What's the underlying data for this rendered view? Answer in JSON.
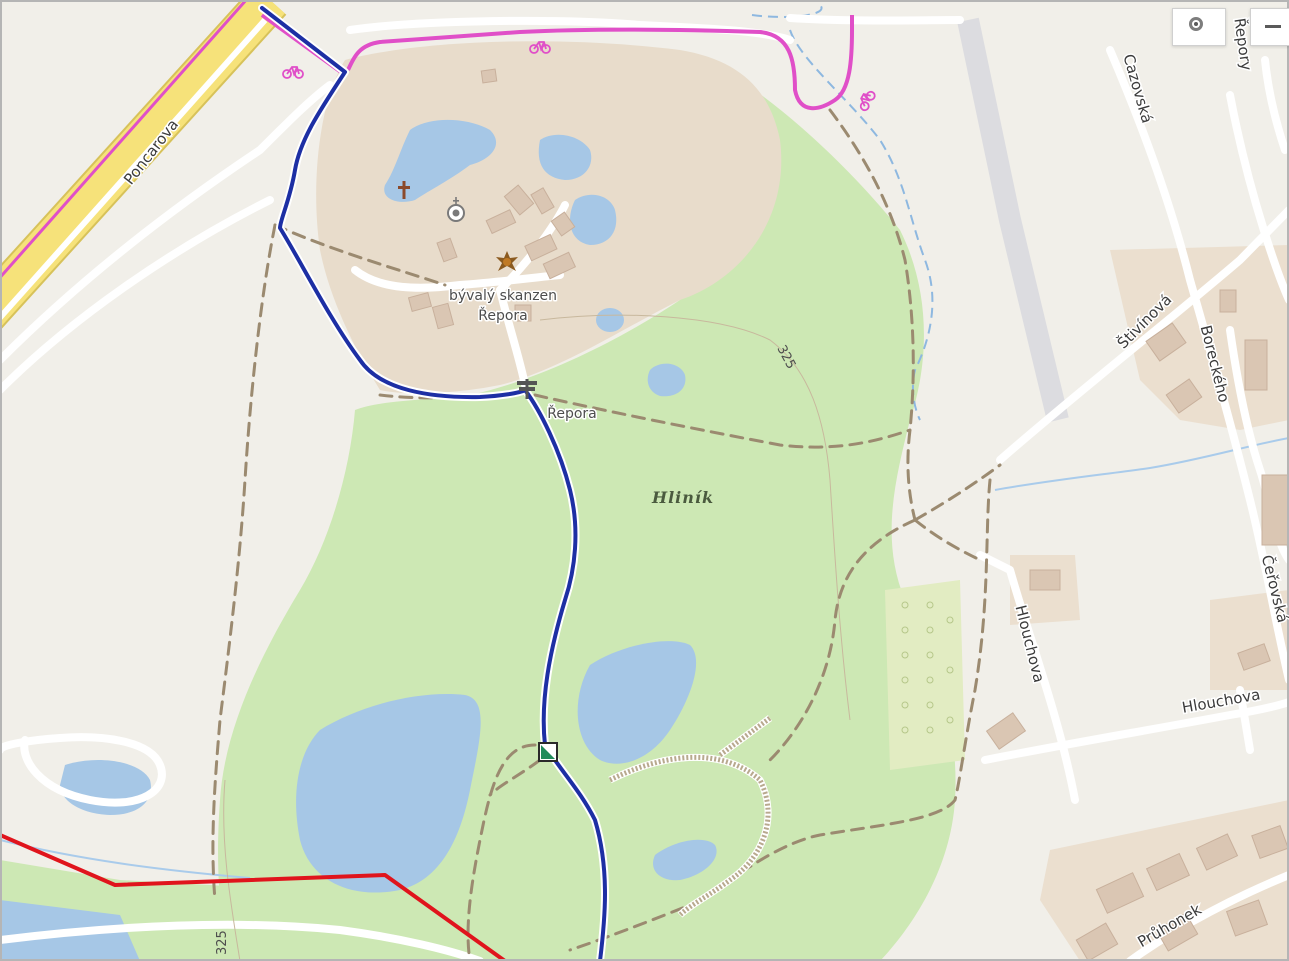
{
  "map": {
    "place_labels": {
      "skanzen_line1": "bývalý skanzen",
      "skanzen_line2": "Řepora",
      "guidepost": "Řepora",
      "area": "Hliník"
    },
    "contour_labels": {
      "top": "325",
      "bottom": "325"
    },
    "streets": {
      "poncarova": "Poncarova",
      "cazovska": "Cazovská",
      "repory": "Řepory",
      "stivinova": "Štivínová",
      "boreckeho": "Boreckého",
      "cerovska": "Čeřovská",
      "hlouchova_v": "Hlouchova",
      "hlouchova_h": "Hlouchova",
      "pruhonek": "Průhonek"
    },
    "colors": {
      "background": "#f1efe9",
      "forest": "#cde8b4",
      "skanzen_area": "#e8dccb",
      "water": "#a6c7e6",
      "motorway": "#f6e27a",
      "blue_trail": "#1d2fa4",
      "red_trail": "#e0141c",
      "cycle_route": "#e04fc8",
      "path": "#9b8a70",
      "buildings": "#dac6b3",
      "residential": "#ebdfcf"
    },
    "icons": [
      "church-icon",
      "viewpoint-icon",
      "attraction-star-icon",
      "guidepost-icon",
      "nature-reserve-icon",
      "bicycle-icon"
    ]
  },
  "controls": {
    "locate": "locate-me-icon",
    "zoom_out": "zoom-out-icon"
  }
}
